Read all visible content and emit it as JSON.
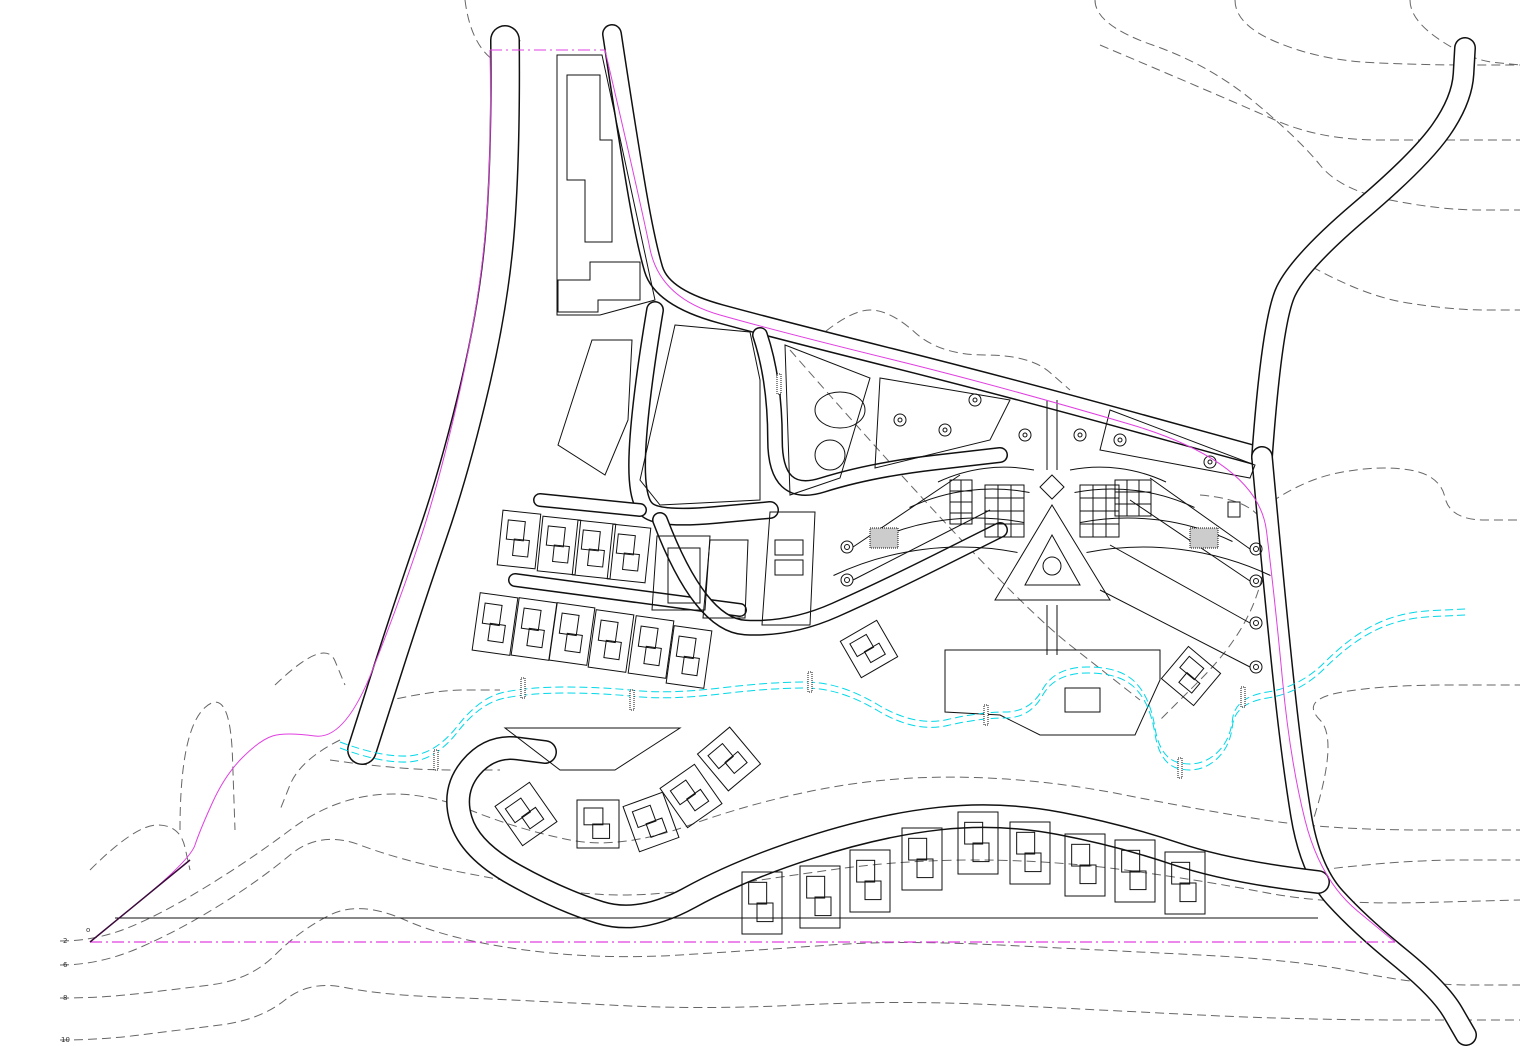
{
  "drawing": {
    "contour_labels": [
      "2",
      "6",
      "8",
      "10"
    ],
    "origin_marker": "o",
    "colors": {
      "property_line": "#e040e0",
      "creek": "#00d8e8",
      "linework": "#111111",
      "contours": "#666666",
      "background": "#ffffff"
    }
  }
}
